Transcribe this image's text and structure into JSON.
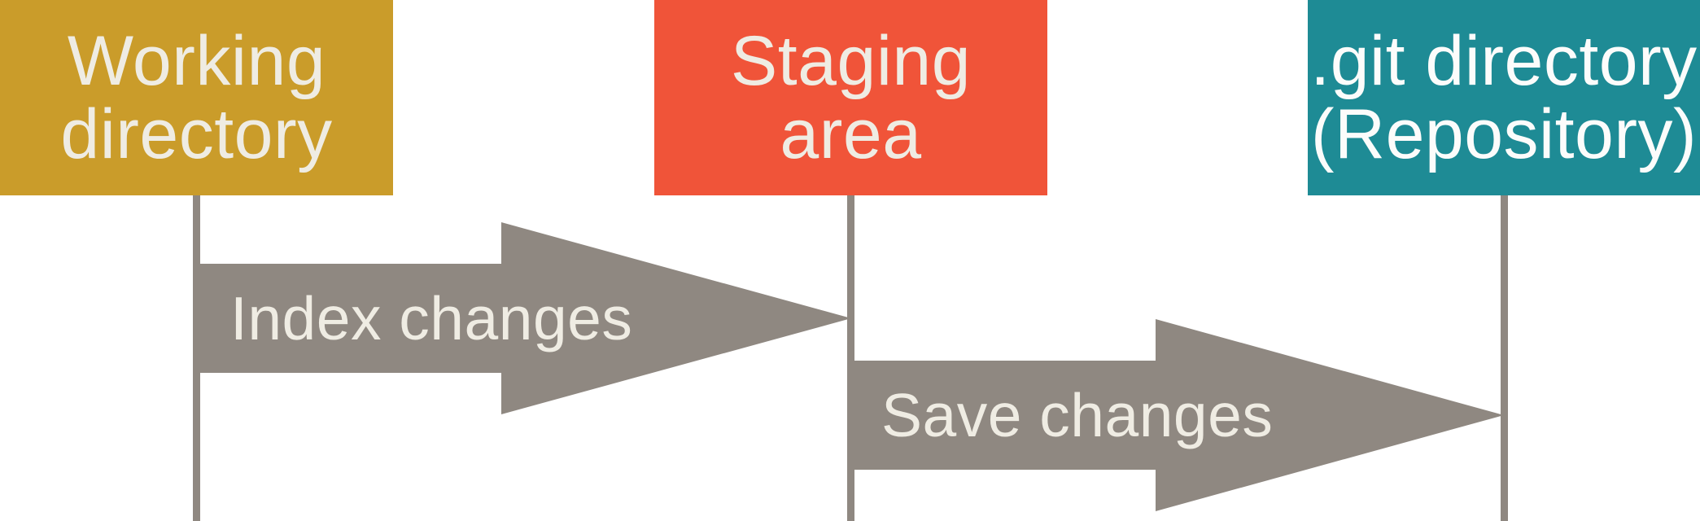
{
  "diagram": {
    "background": "#FFFFFF",
    "connector_color": "#8F8881",
    "arrow_color": "#8F8881",
    "arrow_text_color": "#EFECE3",
    "boxes": [
      {
        "id": "working-directory",
        "lines": [
          "Working",
          "directory"
        ],
        "bg": "#CA9C2A",
        "fg": "#EFECE3"
      },
      {
        "id": "staging-area",
        "lines": [
          "Staging",
          "area"
        ],
        "bg": "#F05439",
        "fg": "#EFECE3"
      },
      {
        "id": "git-directory",
        "lines": [
          ".git directory",
          "(Repository)"
        ],
        "bg": "#1E8B95",
        "fg": "#FCFCFB"
      }
    ],
    "arrows": [
      {
        "id": "index-changes",
        "label": "Index changes",
        "from": "working-directory",
        "to": "staging-area"
      },
      {
        "id": "save-changes",
        "label": "Save changes",
        "from": "staging-area",
        "to": "git-directory"
      }
    ]
  }
}
